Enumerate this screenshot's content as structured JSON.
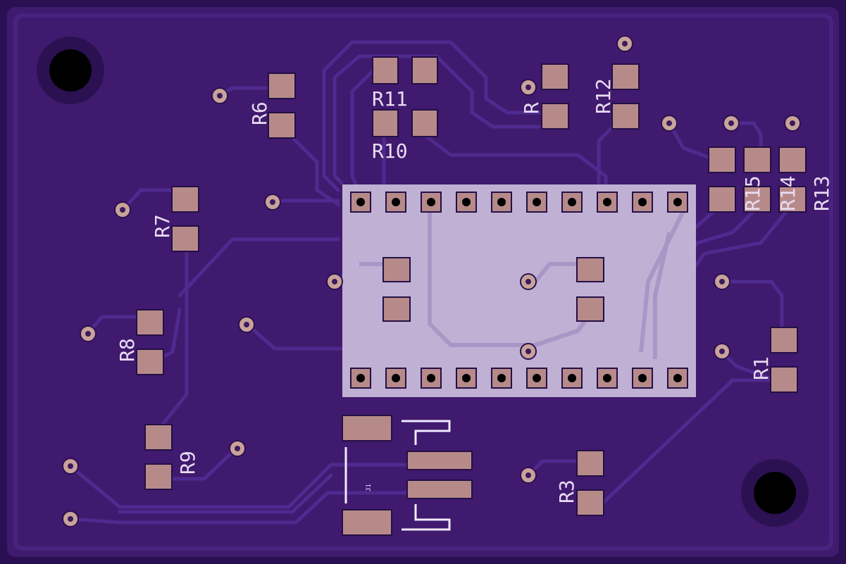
{
  "board": {
    "colors": {
      "outer": "#2a0f52",
      "substrate": "#401a6e",
      "pad": "#b78a8a",
      "silkscreen": "#efe6f6",
      "module": "#c7b8d9"
    },
    "labels": {
      "R1": "R1",
      "R3": "R3",
      "R6": "R6",
      "R7": "R7",
      "R8": "R8",
      "R9": "R9",
      "R10": "R10",
      "R11": "R11",
      "R12": "R12",
      "R13": "R13",
      "R4_partial": "R",
      "R14_partial": "R14",
      "R15_partial": "R15",
      "J1": "J1"
    }
  }
}
